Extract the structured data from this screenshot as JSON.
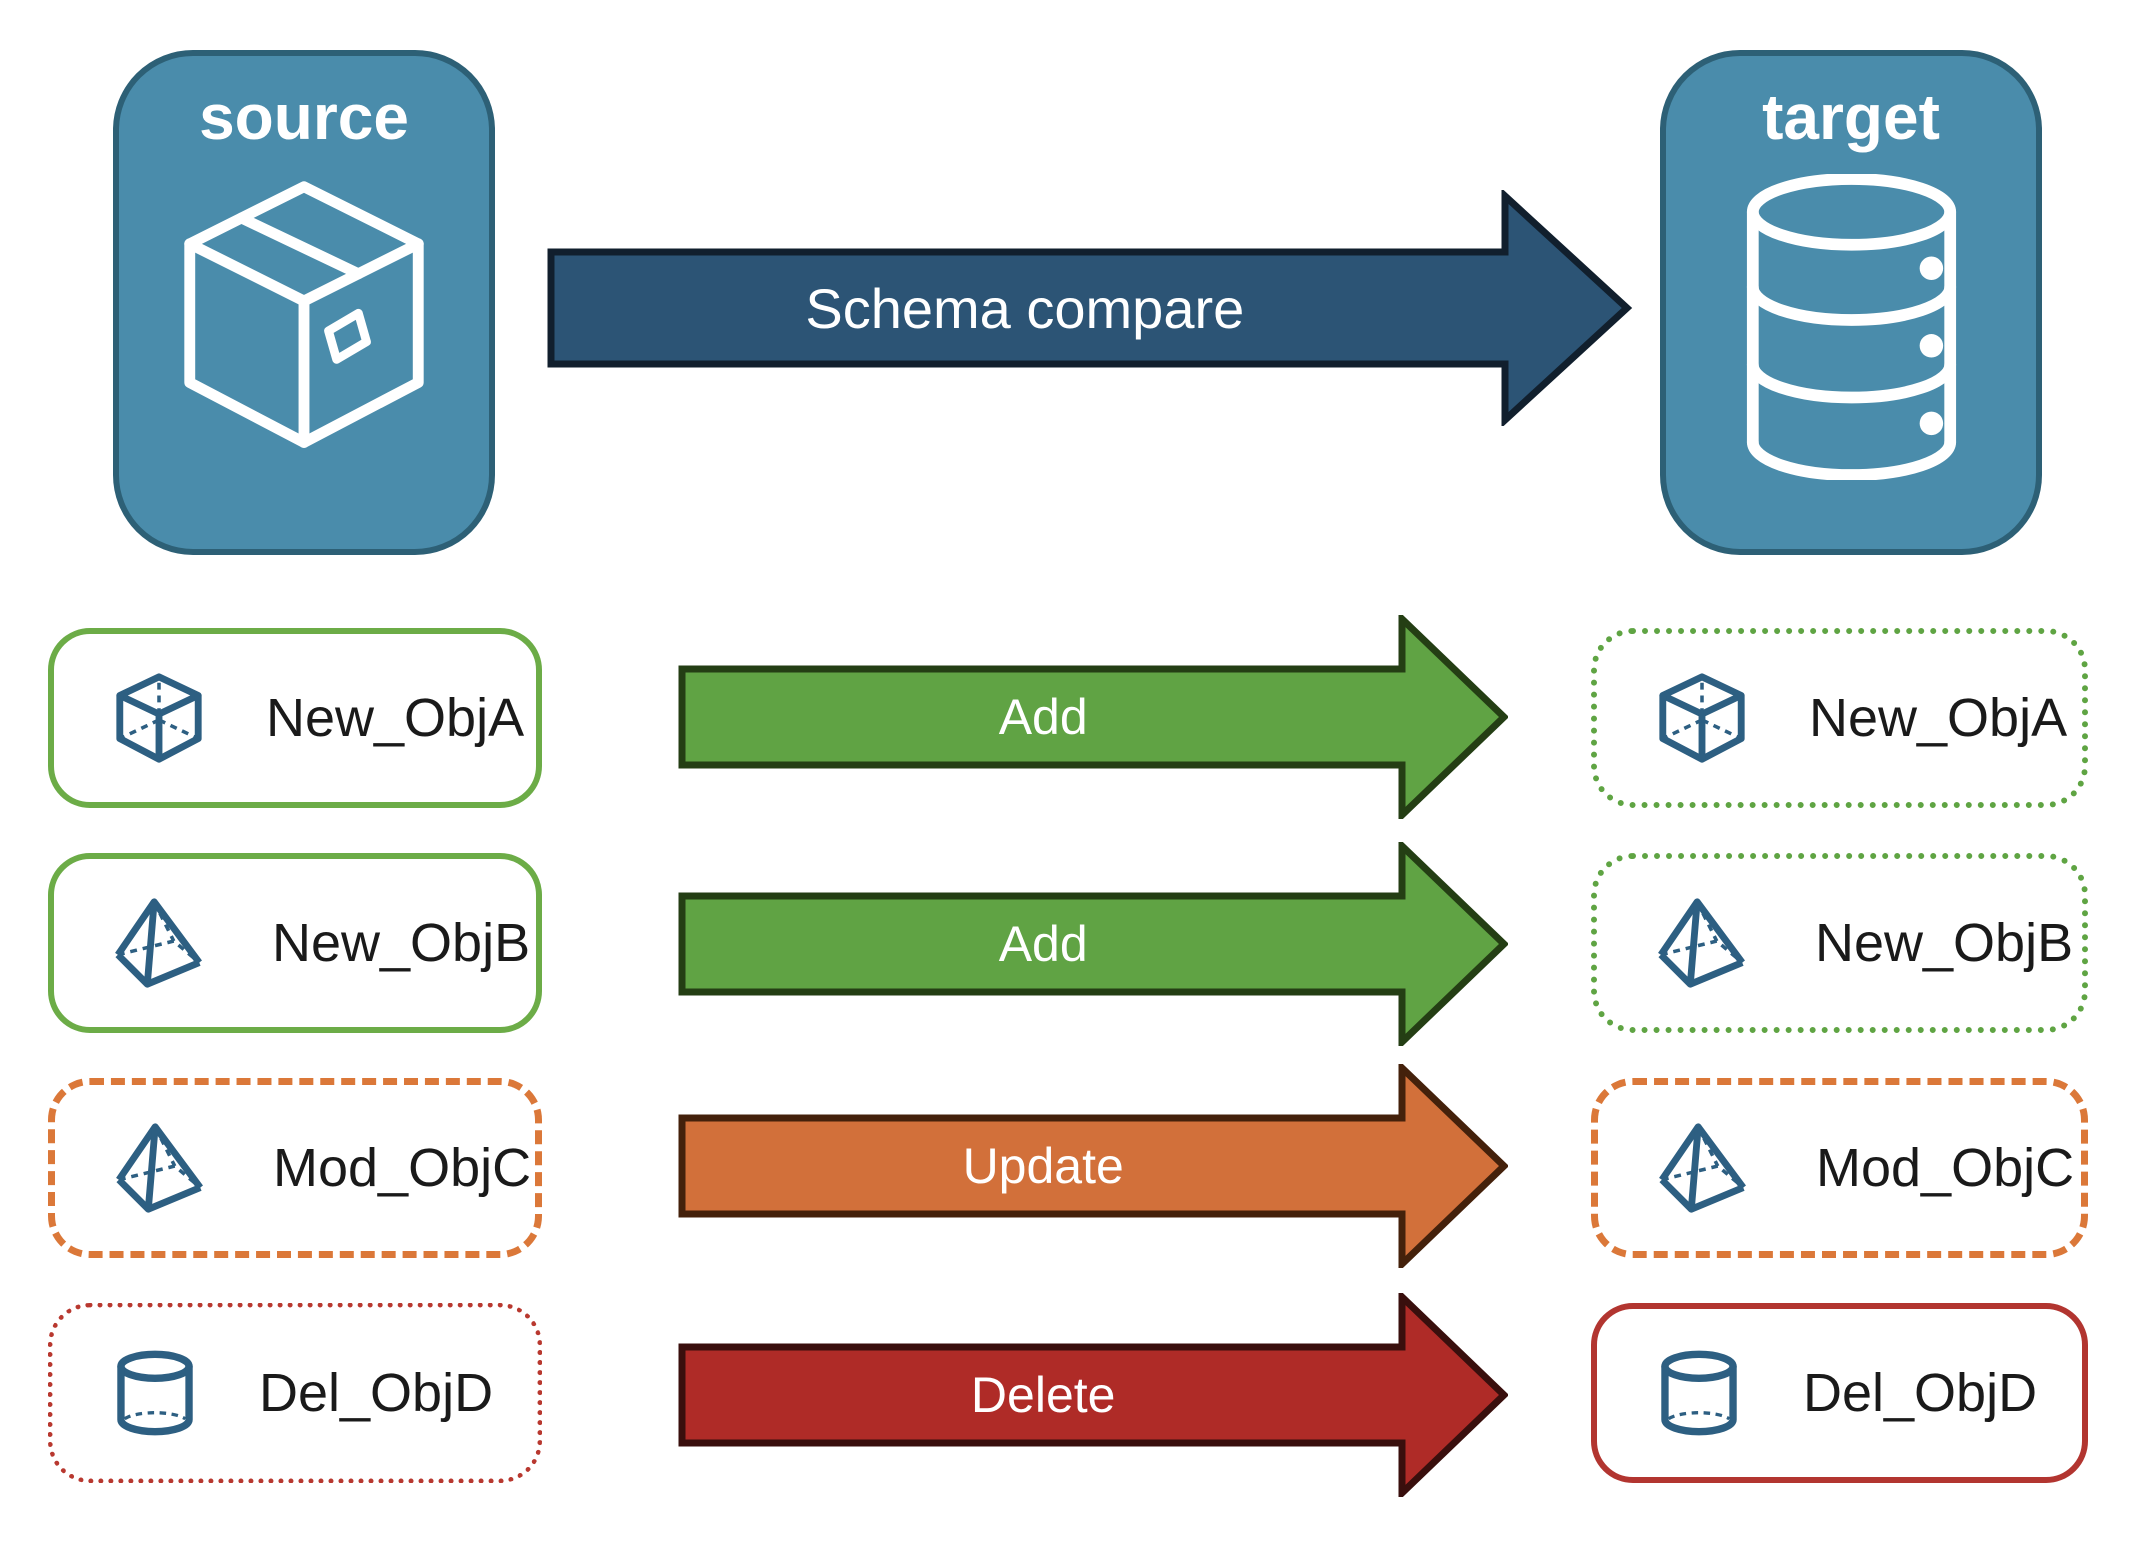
{
  "source_card": {
    "title": "source",
    "icon": "package-box-icon",
    "fill": "#4A8CAB",
    "border": "#2D6076"
  },
  "target_card": {
    "title": "target",
    "icon": "database-icon",
    "fill": "#4A8CAB",
    "border": "#2D6076"
  },
  "schema_arrow": {
    "label": "Schema compare",
    "fill": "#2C5475",
    "border": "#111F2D",
    "text_color": "#FFFFFF"
  },
  "icon_color": "#2D5F82",
  "rows": [
    {
      "object": "New_ObjA",
      "icon": "cube-icon",
      "arrow": {
        "label": "Add",
        "fill": "#60A344",
        "border": "#243E14"
      },
      "left_box": {
        "label": "New_ObjA",
        "border_style": "solid",
        "border_color": "#6CAC47"
      },
      "right_box": {
        "label": "New_ObjA",
        "border_style": "dotted",
        "border_color": "#5FA443"
      }
    },
    {
      "object": "New_ObjB",
      "icon": "pyramid-icon",
      "arrow": {
        "label": "Add",
        "fill": "#60A344",
        "border": "#243E14"
      },
      "left_box": {
        "label": "New_ObjB",
        "border_style": "solid",
        "border_color": "#6CAC47"
      },
      "right_box": {
        "label": "New_ObjB",
        "border_style": "dotted",
        "border_color": "#5FA443"
      }
    },
    {
      "object": "Mod_ObjC",
      "icon": "pyramid-icon",
      "arrow": {
        "label": "Update",
        "fill": "#D2703A",
        "border": "#44210B"
      },
      "left_box": {
        "label": "Mod_ObjC",
        "border_style": "dashed",
        "border_color": "#DB7839"
      },
      "right_box": {
        "label": "Mod_ObjC",
        "border_style": "dashed",
        "border_color": "#DB7839"
      }
    },
    {
      "object": "Del_ObjD",
      "icon": "cylinder-icon",
      "arrow": {
        "label": "Delete",
        "fill": "#AF2B27",
        "border": "#390F0D"
      },
      "left_box": {
        "label": "Del_ObjD",
        "border_style": "dotted",
        "border_color": "#B8382F"
      },
      "right_box": {
        "label": "Del_ObjD",
        "border_style": "solid",
        "border_color": "#B23530"
      }
    }
  ]
}
